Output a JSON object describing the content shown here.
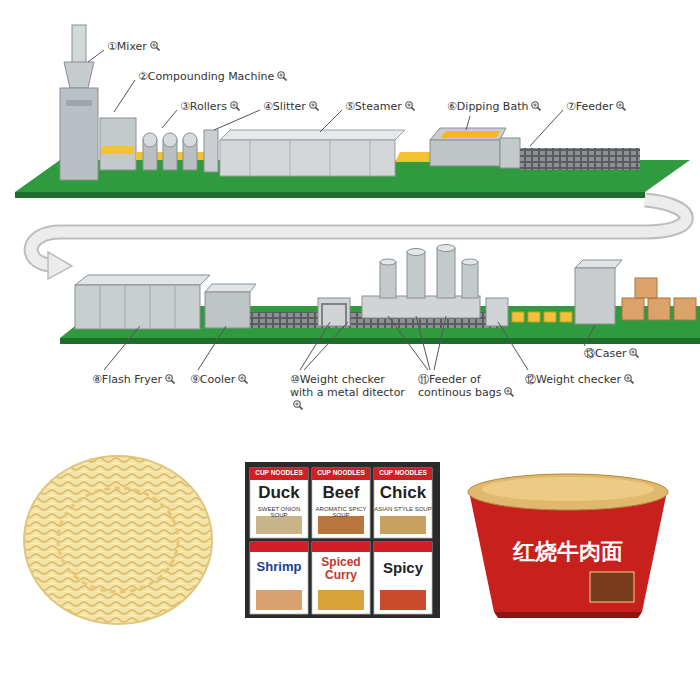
{
  "diagram": {
    "labels": [
      "①Mixer",
      "②Compounding Machine",
      "③Rollers",
      "④Slitter",
      "⑤Steamer",
      "⑥Dipping Bath",
      "⑦Feeder",
      "⑧Flash Fryer",
      "⑨Cooler",
      "⑩Weight checker with a metal ditector",
      "⑪Feeder of continous bags",
      "⑫Weight checker",
      "⑬Caser",
      "CUP NOODLES",
      "Duck",
      "SWEET ONION SOUP",
      "CUP NOODLES",
      "Beef",
      "AROMATIC SPICY SOUP",
      "CUP NOODLES",
      "Chick",
      "ASIAN STYLE SOUP",
      "Shrimp",
      "Spiced Curry",
      "Spicy",
      "红烧牛肉面"
    ]
  }
}
